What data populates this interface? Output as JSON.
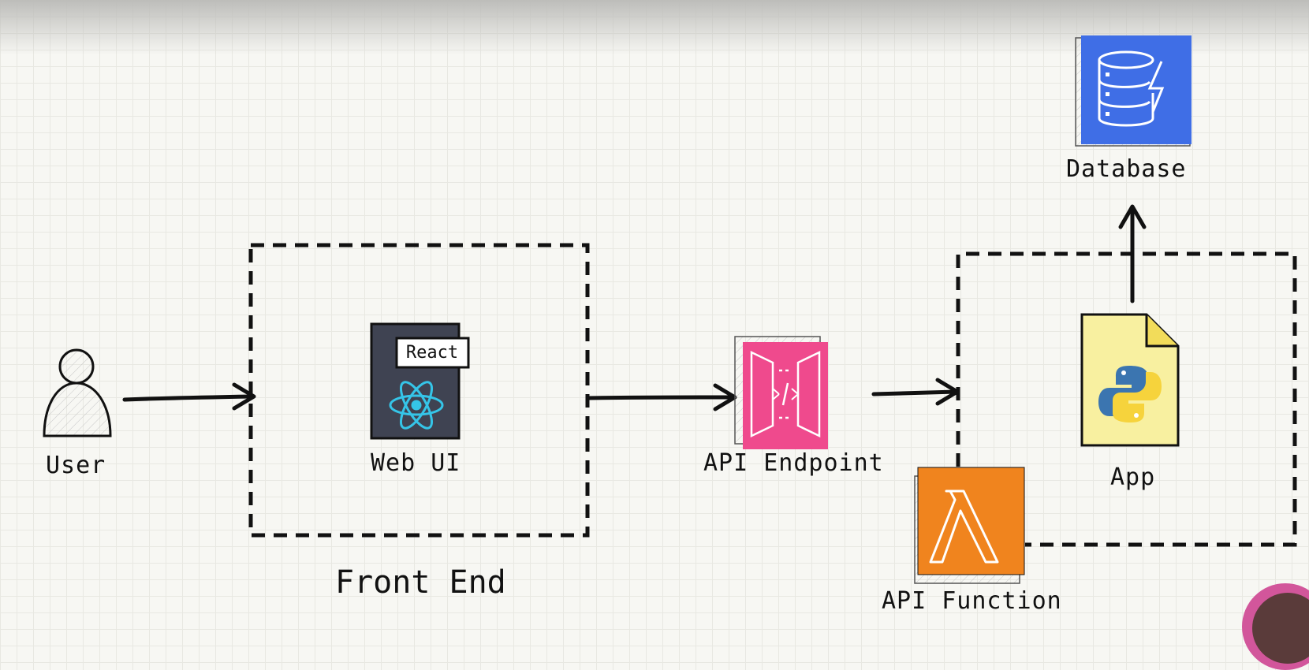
{
  "diagram": {
    "nodes": {
      "user": {
        "label": "User"
      },
      "web_ui": {
        "label": "Web UI",
        "tag": "React"
      },
      "api_endpoint": {
        "label": "API Endpoint"
      },
      "app": {
        "label": "App"
      },
      "database": {
        "label": "Database"
      },
      "api_function": {
        "label": "API Function"
      }
    },
    "groups": {
      "front_end": {
        "label": "Front End"
      }
    },
    "edges": [
      {
        "from": "user",
        "to": "front_end"
      },
      {
        "from": "front_end",
        "to": "api_endpoint"
      },
      {
        "from": "api_endpoint",
        "to": "api_function"
      },
      {
        "from": "app",
        "to": "database"
      }
    ],
    "icons": {
      "user": "person-icon",
      "web_ui": "react-icon",
      "api_endpoint": "api-gateway-icon",
      "app": "python-file-icon",
      "database": "dynamodb-icon",
      "api_function": "lambda-icon"
    },
    "colors": {
      "react_bg": "#3f4352",
      "react_atom": "#35c5e8",
      "api_gateway": "#ef4a8d",
      "database": "#3f6ee6",
      "lambda": "#f0841e",
      "python_file": "#f8f0a0",
      "python_blue": "#3b75b0",
      "python_yellow": "#f6d33c"
    }
  }
}
